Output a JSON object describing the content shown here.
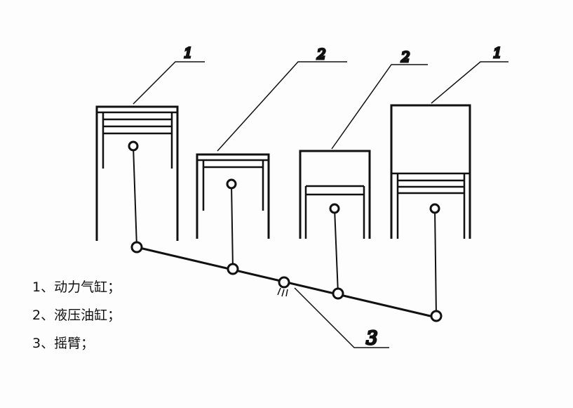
{
  "labels": {
    "c1": "1",
    "c2": "2",
    "c3": "2",
    "c4": "1",
    "arm": "3"
  },
  "legend": [
    "1、动力气缸；",
    "2、液压油缸；",
    "3、摇臂；"
  ]
}
